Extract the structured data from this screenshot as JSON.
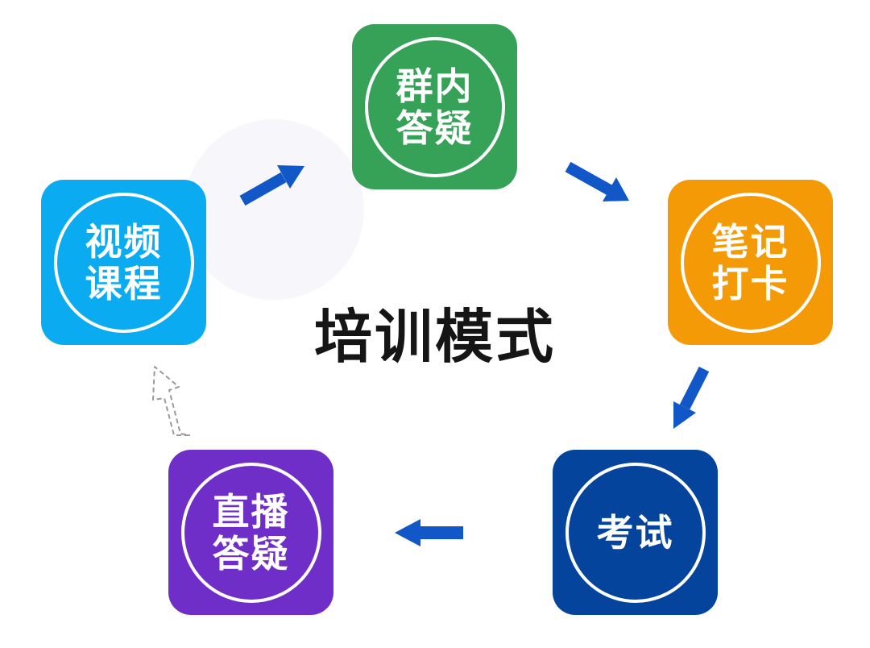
{
  "diagram": {
    "center_title": "培训模式",
    "nodes": [
      {
        "id": "video",
        "lines": [
          "视频",
          "课程"
        ],
        "color": "#0aabf1"
      },
      {
        "id": "group",
        "lines": [
          "群内",
          "答疑"
        ],
        "color": "#35a257"
      },
      {
        "id": "notes",
        "lines": [
          "笔记",
          "打卡"
        ],
        "color": "#f59a07"
      },
      {
        "id": "exam",
        "lines": [
          "考试"
        ],
        "color": "#05449c"
      },
      {
        "id": "live",
        "lines": [
          "直播",
          "答疑"
        ],
        "color": "#6f2ec8"
      }
    ],
    "edges": [
      {
        "from": "video",
        "to": "group",
        "style": "solid"
      },
      {
        "from": "group",
        "to": "notes",
        "style": "solid"
      },
      {
        "from": "notes",
        "to": "exam",
        "style": "solid"
      },
      {
        "from": "exam",
        "to": "live",
        "style": "solid"
      },
      {
        "from": "live",
        "to": "video",
        "style": "dashed-outline"
      }
    ],
    "arrow_color": "#1257c7"
  }
}
